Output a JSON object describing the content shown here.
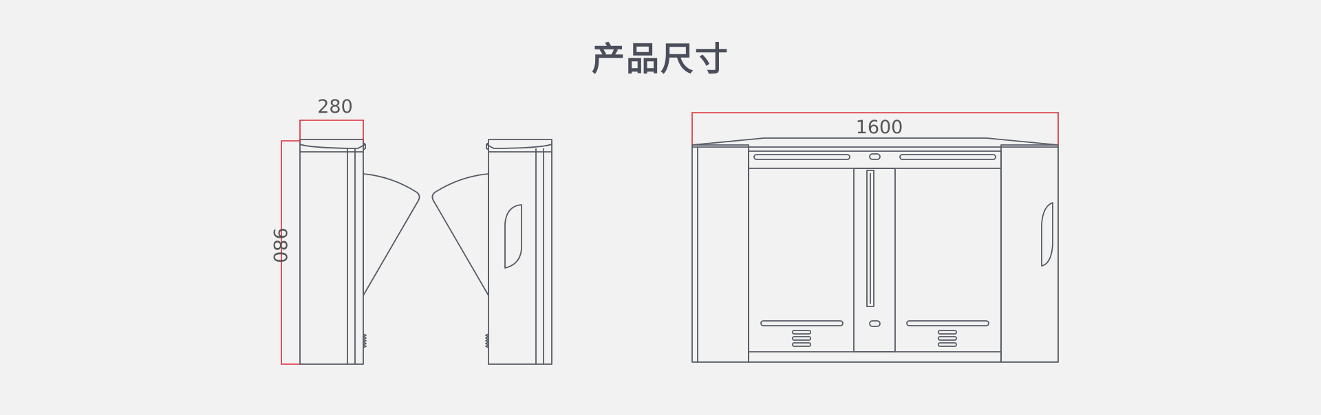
{
  "title": "产品尺寸",
  "colors": {
    "background": "#f2f2f2",
    "line": "#555a64",
    "dimension": "#d92a35",
    "title": "#4a4e5a"
  },
  "dimensions": {
    "width": "280",
    "height": "980",
    "length": "1600"
  }
}
